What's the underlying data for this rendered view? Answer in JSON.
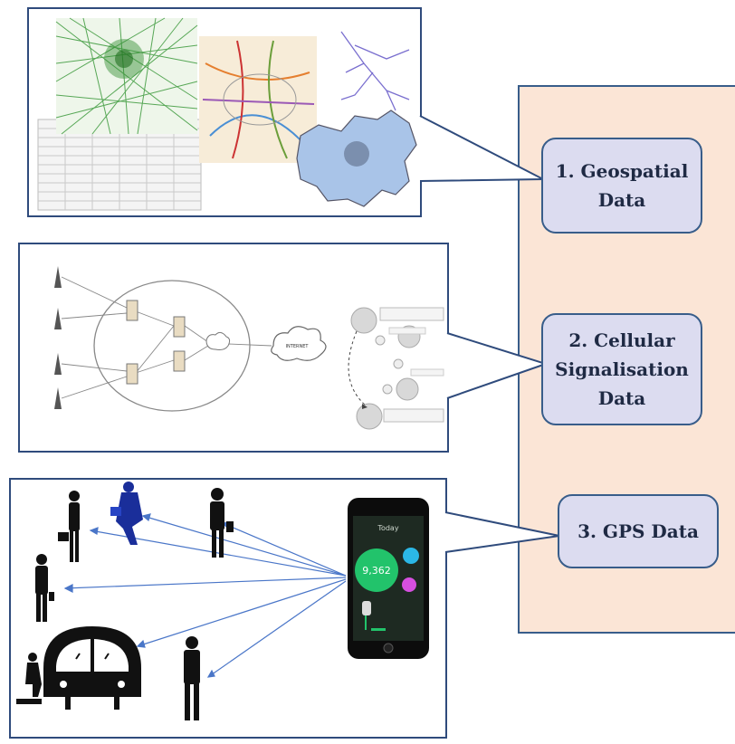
{
  "sources": [
    {
      "label_line1": "1. Geospatial",
      "label_line2": "Data"
    },
    {
      "label_line1": "2. Cellular",
      "label_line2": "Signalisation",
      "label_line3": "Data"
    },
    {
      "label_line1": "3. GPS Data"
    }
  ],
  "phone": {
    "header": "Today",
    "steps": "9,362"
  },
  "network": {
    "internet_label": "INTERNET"
  },
  "colors": {
    "panel_fill": "#fbe5d6",
    "frame_border": "#2f4b7c",
    "label_fill": "#dcdcf0",
    "arrow_blue": "#4a76c8",
    "map_green": "#2e8b2e",
    "region_blue": "#a9c4e8"
  }
}
